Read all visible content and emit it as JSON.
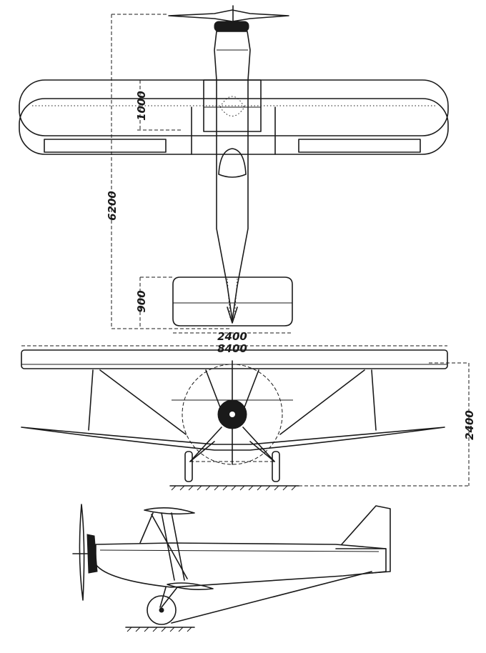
{
  "dimensions": {
    "length": "6200",
    "chord": "1000",
    "tail_chord": "900",
    "tail_span": "2400",
    "wingspan": "8400",
    "height": "2400"
  }
}
